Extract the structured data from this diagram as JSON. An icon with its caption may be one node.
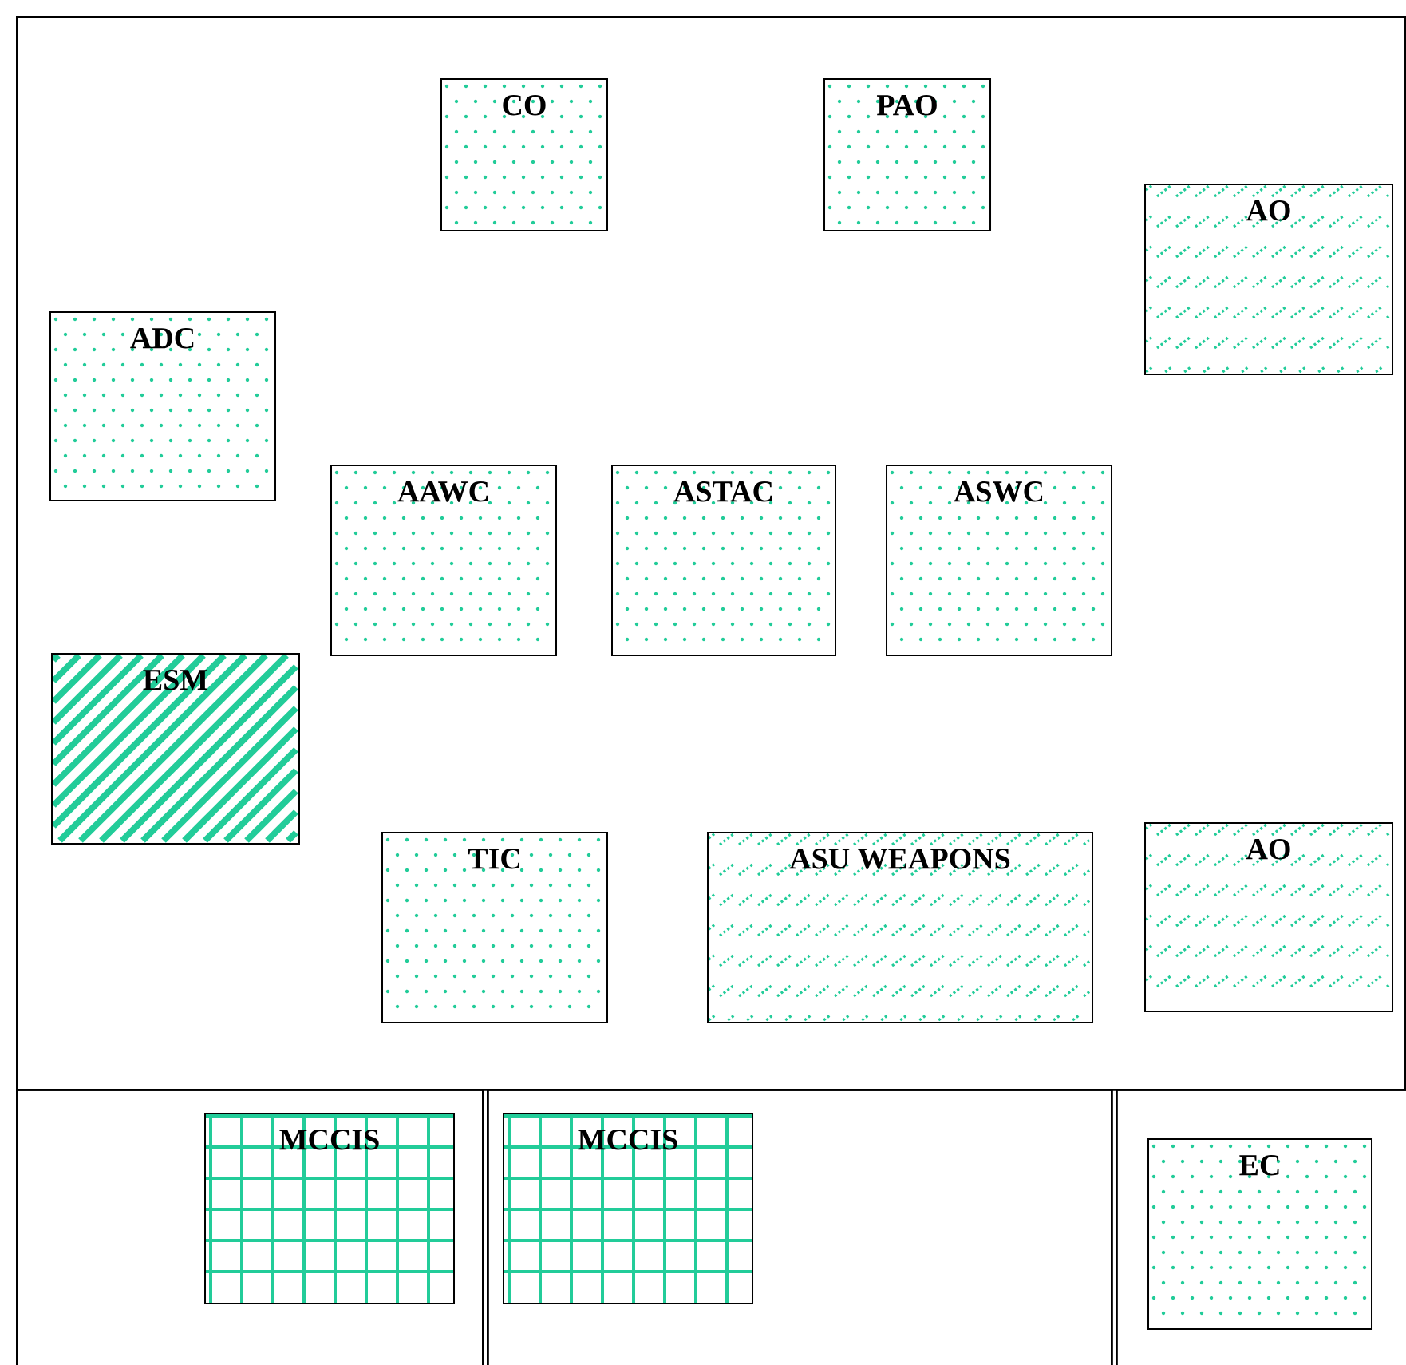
{
  "diagram": {
    "nodes": [
      {
        "text": [],
        "shape": "box"
      },
      {
        "text": [
          "CO"
        ],
        "in": 0
      },
      {
        "text": [
          "PAO"
        ],
        "in": 0
      },
      {
        "text": [
          "AO"
        ],
        "in": 0
      },
      {
        "text": [
          "ADC"
        ],
        "in": 0
      },
      {
        "text": [
          "AAWC"
        ],
        "in": 0
      },
      {
        "text": [
          "ASTAC"
        ],
        "in": 0
      },
      {
        "text": [
          "ASWC"
        ],
        "in": 0
      },
      {
        "text": [
          "ESM"
        ],
        "in": 0
      },
      {
        "text": [
          "TIC"
        ],
        "in": 0
      },
      {
        "text": [
          "ASU WEAPONS"
        ],
        "in": 0
      },
      {
        "text": [
          "AO"
        ],
        "in": 0
      },
      {
        "text": [],
        "shape": "box"
      },
      {
        "text": [
          "MCCIS"
        ],
        "in": 12
      },
      {
        "text": [],
        "shape": "box"
      },
      {
        "text": [
          "MCCIS"
        ],
        "in": 14
      },
      {
        "text": [],
        "shape": "box"
      },
      {
        "text": [
          "EC"
        ],
        "in": 16
      }
    ]
  }
}
